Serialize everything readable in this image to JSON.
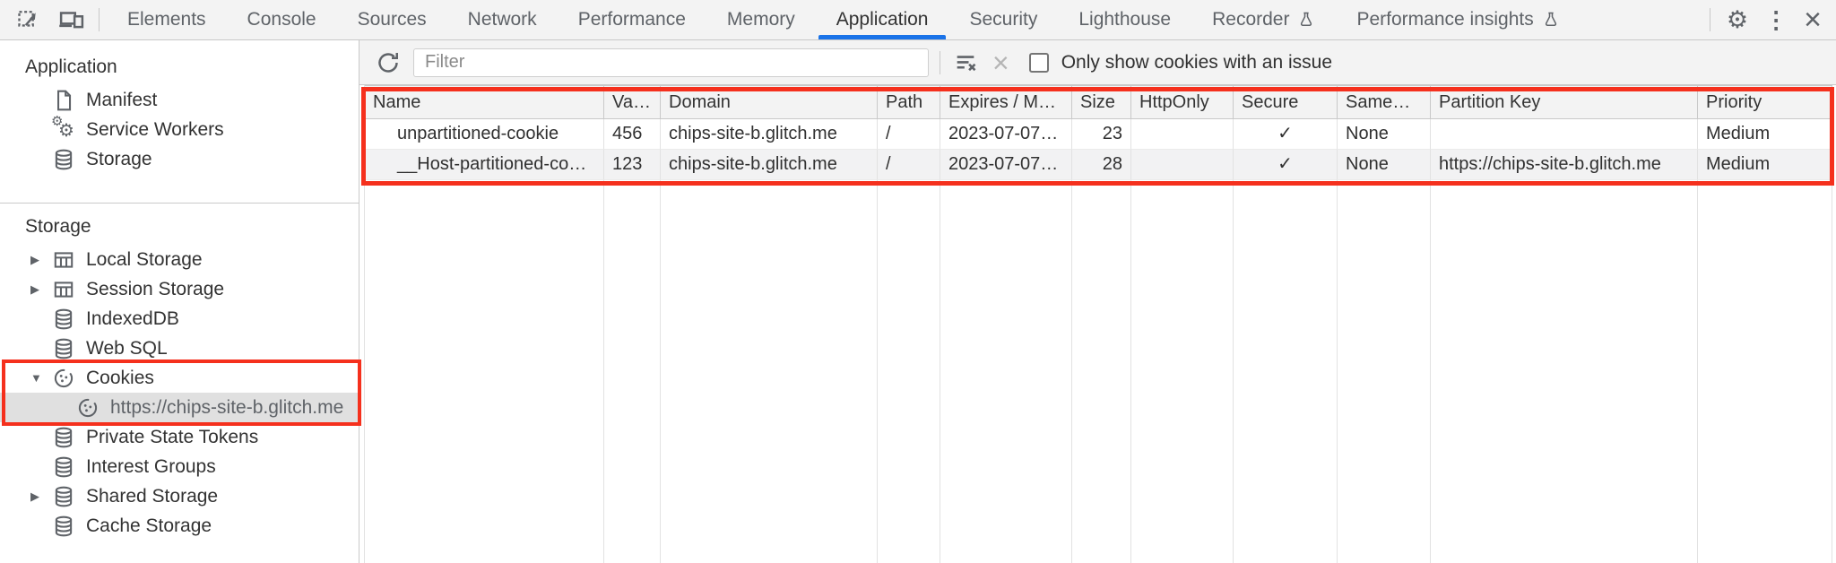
{
  "colors": {
    "accent_blue": "#1a73e8",
    "highlight_red": "#f5301d",
    "toolbar_bg": "#f3f3f3",
    "selected_row_bg": "#e0e0e0",
    "zebra_row_bg": "#f2f2f3"
  },
  "icons": {
    "collapsed_triangle": "▶",
    "expanded_triangle": "▼",
    "settings": "⚙",
    "gear_small": "⚙",
    "gear_large": "⚙",
    "overflow_menu": "⋮",
    "close": "×",
    "clear_x": "×"
  },
  "tab_bar": {
    "tabs": [
      {
        "label": "Elements"
      },
      {
        "label": "Console"
      },
      {
        "label": "Sources"
      },
      {
        "label": "Network"
      },
      {
        "label": "Performance"
      },
      {
        "label": "Memory"
      },
      {
        "label": "Application",
        "selected": true
      },
      {
        "label": "Security"
      },
      {
        "label": "Lighthouse"
      },
      {
        "label": "Recorder",
        "flask": true
      },
      {
        "label": "Performance insights",
        "flask": true
      }
    ]
  },
  "sidebar": {
    "sections": [
      {
        "title": "Application",
        "items": [
          {
            "label": "Manifest",
            "icon": "document-icon"
          },
          {
            "label": "Service Workers",
            "icon": "gears-icon"
          },
          {
            "label": "Storage",
            "icon": "database-icon"
          }
        ]
      },
      {
        "title": "Storage",
        "items": [
          {
            "label": "Local Storage",
            "icon": "table-icon",
            "state": "collapsed"
          },
          {
            "label": "Session Storage",
            "icon": "table-icon",
            "state": "collapsed"
          },
          {
            "label": "IndexedDB",
            "icon": "database-icon"
          },
          {
            "label": "Web SQL",
            "icon": "database-icon"
          },
          {
            "label": "Cookies",
            "icon": "cookie-icon",
            "state": "expanded",
            "highlighted": true
          },
          {
            "label": "https://chips-site-b.glitch.me",
            "icon": "cookie-icon",
            "selected": true
          },
          {
            "label": "Private State Tokens",
            "icon": "database-icon"
          },
          {
            "label": "Interest Groups",
            "icon": "database-icon"
          },
          {
            "label": "Shared Storage",
            "icon": "database-icon",
            "state": "collapsed"
          },
          {
            "label": "Cache Storage",
            "icon": "database-icon"
          }
        ]
      }
    ]
  },
  "cookies_panel": {
    "filter_placeholder": "Filter",
    "only_issues_label": "Only show cookies with an issue",
    "checkbox_checked": false,
    "table": {
      "columns": [
        "Name",
        "Value",
        "Domain",
        "Path",
        "Expires / M…",
        "Size",
        "HttpOnly",
        "Secure",
        "SameSite",
        "Partition Key",
        "Priority"
      ],
      "rows": [
        {
          "name": "unpartitioned-cookie",
          "value": "456",
          "domain": "chips-site-b.glitch.me",
          "path": "/",
          "expires": "2023-07-07…",
          "size": "23",
          "http_only": "",
          "secure": "✓",
          "same_site": "None",
          "partition_key": "",
          "priority": "Medium"
        },
        {
          "name": "__Host-partitioned-cookie",
          "value": "123",
          "domain": "chips-site-b.glitch.me",
          "path": "/",
          "expires": "2023-07-07…",
          "size": "28",
          "http_only": "",
          "secure": "✓",
          "same_site": "None",
          "partition_key": "https://chips-site-b.glitch.me",
          "priority": "Medium"
        }
      ]
    }
  }
}
